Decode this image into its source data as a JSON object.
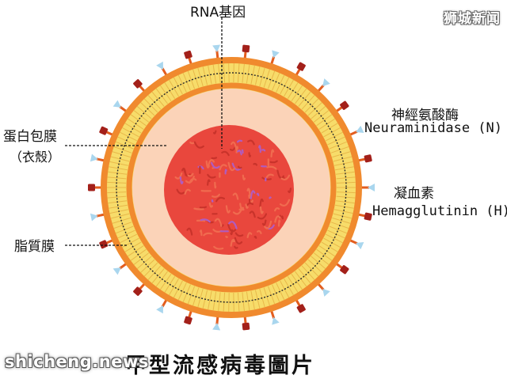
{
  "labels": {
    "rna": "RNA基因",
    "envelope_cn": "蛋白包膜",
    "envelope_sub": "（衣殼）",
    "lipid": "脂質膜",
    "neuraminidase_cn": "神經氨酸酶",
    "neuraminidase_en": "Neuraminidase (N)",
    "hemagglutinin_cn": "凝血素",
    "hemagglutinin_en": "Hemagglutinin (H)"
  },
  "caption": "甲型流感病毒圖片",
  "watermarks": {
    "top_right": "狮城新闻",
    "bottom_left": "shicheng.news"
  },
  "colors": {
    "outer_ring": "#f08a2e",
    "lipid_band": "#f7dc6a",
    "inner_ring": "#f08a2e",
    "interior": "#fbd3b8",
    "core": "#e9473d",
    "core_accent": "#b05cc0",
    "spike_stalk": "#e35d1e",
    "ha_knob": "#a3201a",
    "na_head": "#a9d6ee",
    "leader_line": "#111111"
  }
}
